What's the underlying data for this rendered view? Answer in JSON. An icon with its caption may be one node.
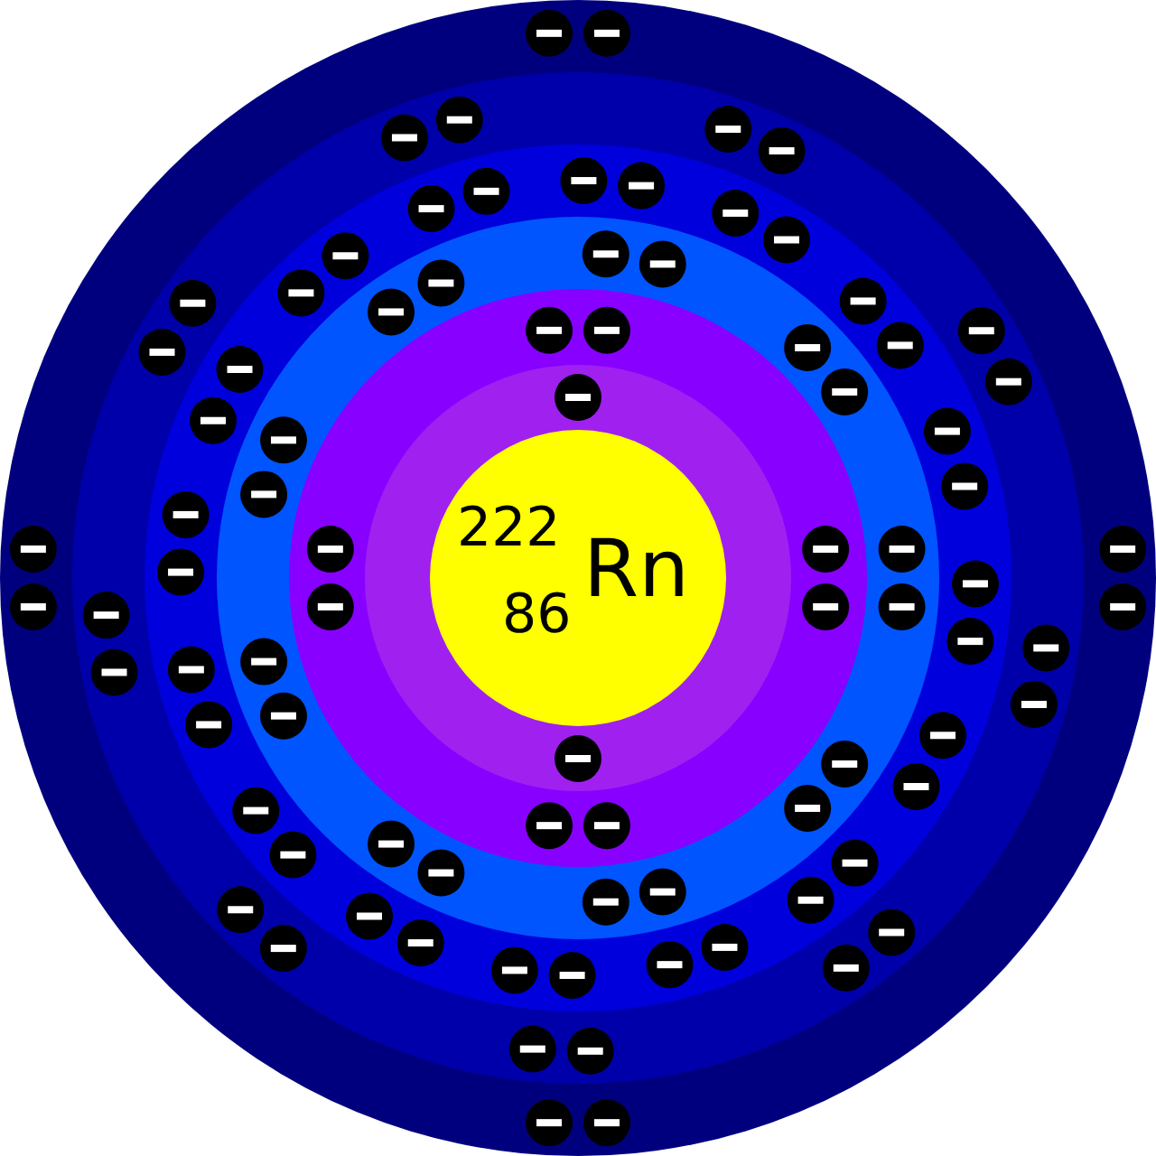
{
  "diagram": {
    "nodes": [
      {
        "text": [
          "222",
          "86",
          "Rn"
        ]
      }
    ]
  }
}
